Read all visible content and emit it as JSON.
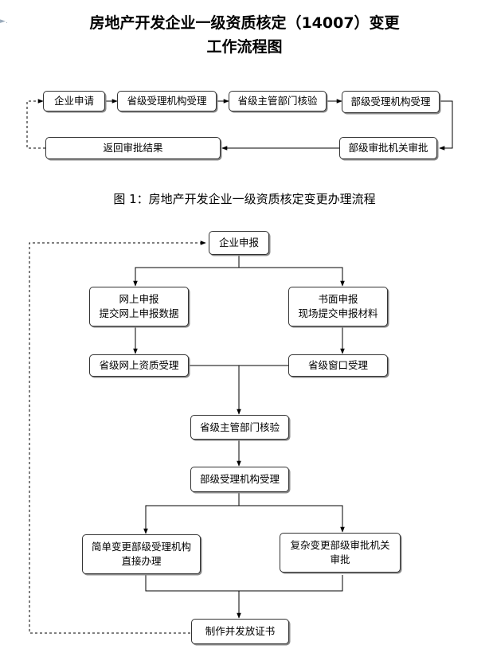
{
  "title": {
    "line1": "房地产开发企业一级资质核定（14007）变更",
    "line2": "工作流程图"
  },
  "figure1": {
    "caption": "图 1：房地产开发企业一级资质核定变更办理流程",
    "steps": {
      "apply": "企业申请",
      "provincial_accept": "省级受理机构受理",
      "provincial_review": "省级主管部门核验",
      "ministry_accept": "部级受理机构受理",
      "ministry_approve": "部级审批机关审批",
      "return_result": "返回审批结果"
    }
  },
  "figure2": {
    "apply": "企业申报",
    "online": {
      "line1": "网上申报",
      "line2": "提交网上申报数据"
    },
    "paper": {
      "line1": "书面申报",
      "line2": "现场提交申报材料"
    },
    "online_accept": "省级网上资质受理",
    "window_accept": "省级窗口受理",
    "provincial_review": "省级主管部门核验",
    "ministry_accept": "部级受理机构受理",
    "simple": {
      "line1": "简单变更部级受理机构",
      "line2": "直接办理"
    },
    "complex": {
      "line1": "复杂变更部级审批机关",
      "line2": "审批"
    },
    "issue": "制作并发放证书"
  }
}
